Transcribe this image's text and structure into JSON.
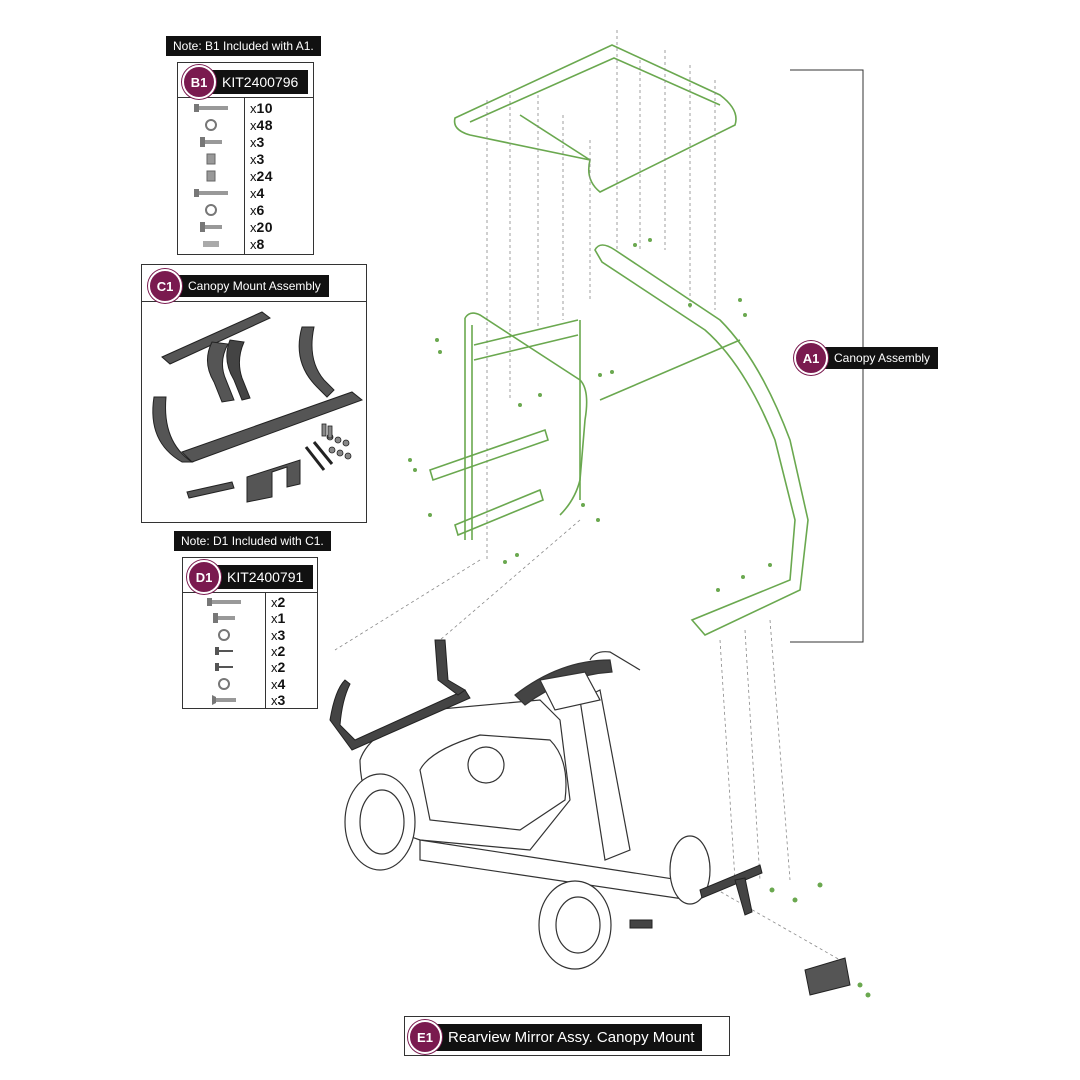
{
  "notes": {
    "b1_note": "Note: B1 Included with A1.",
    "d1_note": "Note: D1 Included with C1."
  },
  "kit_b1": {
    "badge": "B1",
    "part_number": "KIT2400796",
    "items": [
      {
        "icon": "long-bolt-icon",
        "qty_prefix": "x",
        "qty": "10"
      },
      {
        "icon": "washer-icon",
        "qty_prefix": "x",
        "qty": "48"
      },
      {
        "icon": "bolt-icon",
        "qty_prefix": "x",
        "qty": "3"
      },
      {
        "icon": "nut-icon",
        "qty_prefix": "x",
        "qty": "3"
      },
      {
        "icon": "nut-icon",
        "qty_prefix": "x",
        "qty": "24"
      },
      {
        "icon": "long-bolt-icon",
        "qty_prefix": "x",
        "qty": "4"
      },
      {
        "icon": "washer-icon",
        "qty_prefix": "x",
        "qty": "6"
      },
      {
        "icon": "bolt-icon",
        "qty_prefix": "x",
        "qty": "20"
      },
      {
        "icon": "spacer-icon",
        "qty_prefix": "x",
        "qty": "8"
      }
    ]
  },
  "kit_c1": {
    "badge": "C1",
    "label": "Canopy Mount Assembly"
  },
  "kit_d1": {
    "badge": "D1",
    "part_number": "KIT2400791",
    "items": [
      {
        "icon": "long-bolt-icon",
        "qty_prefix": "x",
        "qty": "2"
      },
      {
        "icon": "bolt-icon",
        "qty_prefix": "x",
        "qty": "1"
      },
      {
        "icon": "washer-icon",
        "qty_prefix": "x",
        "qty": "3"
      },
      {
        "icon": "screw-icon",
        "qty_prefix": "x",
        "qty": "2"
      },
      {
        "icon": "screw-icon",
        "qty_prefix": "x",
        "qty": "2"
      },
      {
        "icon": "washer-icon",
        "qty_prefix": "x",
        "qty": "4"
      },
      {
        "icon": "flat-head-bolt-icon",
        "qty_prefix": "x",
        "qty": "3"
      }
    ]
  },
  "callout_a1": {
    "badge": "A1",
    "label": "Canopy Assembly"
  },
  "callout_e1": {
    "badge": "E1",
    "label": "Rearview Mirror Assy. Canopy Mount"
  },
  "colors": {
    "badge": "#7a1a4f",
    "label_bg": "#111111",
    "canopy_highlight": "#6aa84f",
    "line": "#333333"
  }
}
